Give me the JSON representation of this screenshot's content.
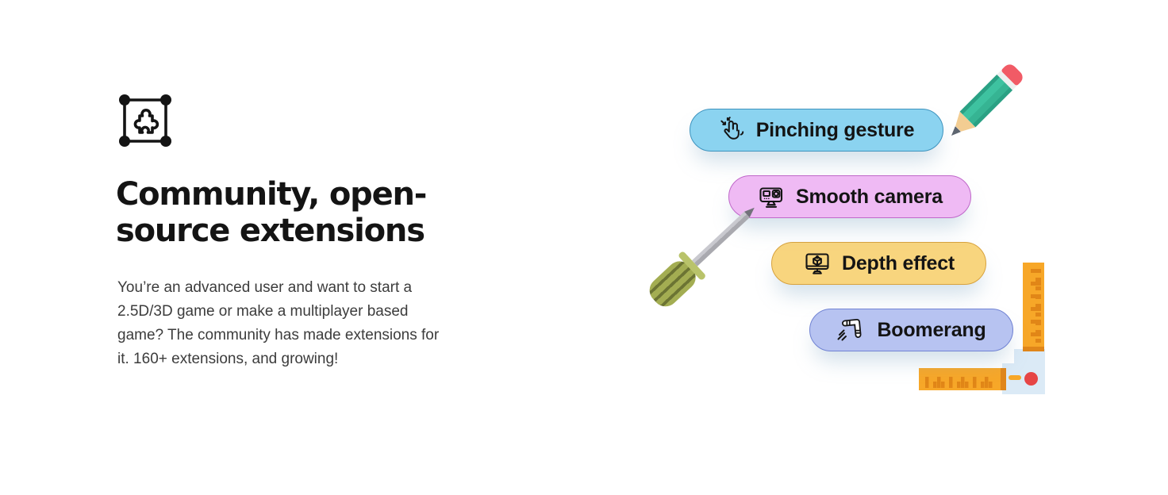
{
  "page": {
    "background": "#ffffff"
  },
  "intro": {
    "icon": "extensions-frame-puzzle-icon",
    "heading_line1": "Community, open-",
    "heading_line2": "source extensions",
    "paragraph": "You’re an advanced user and want to start a 2.5D/3D game or make a multiplayer based game? The community has made extensions for it. 160+ extensions, and growing!"
  },
  "extension_badges": [
    {
      "label": "Pinching gesture",
      "icon": "pinch-gesture-icon",
      "bg": "#8bd3f0",
      "border": "#3e93be"
    },
    {
      "label": "Smooth camera",
      "icon": "action-camera-icon",
      "bg": "#efbaf4",
      "border": "#bf67c9"
    },
    {
      "label": "Depth effect",
      "icon": "monitor-3d-cube-icon",
      "bg": "#f8d57e",
      "border": "#d8a23d"
    },
    {
      "label": "Boomerang",
      "icon": "boomerang-icon",
      "bg": "#b7c3f1",
      "border": "#7183d3"
    }
  ],
  "decorations": {
    "pencil": {
      "body": "#36b493",
      "eraser": "#f15b66",
      "band": "#eef0f0",
      "wood": "#f3cd92",
      "lead": "#5d6570"
    },
    "screwdriver": {
      "handle": "#a3ad52",
      "groove": "#6c7433",
      "collar": "#b9c36a",
      "shaft": "#a9a9af",
      "tip": "#72727a"
    },
    "square_ruler": {
      "ruler": "#f7a728",
      "ticks": "#e18617",
      "backing": "#dbeaf6",
      "dot": "#e64545"
    }
  }
}
